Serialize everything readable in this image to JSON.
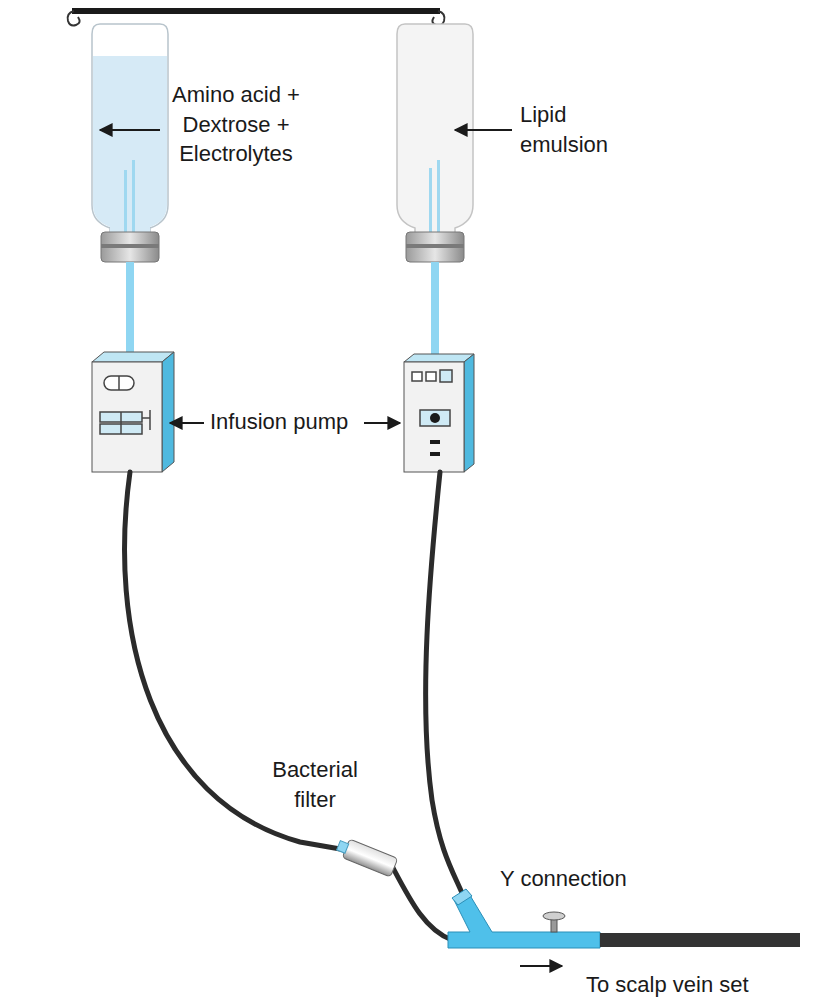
{
  "diagram": {
    "labels": [
      "Amino acid + Dextrose + Electrolytes",
      "Lipid emulsion",
      "Infusion pump",
      "Bacterial filter",
      "Y connection",
      "To scalp vein set"
    ]
  }
}
